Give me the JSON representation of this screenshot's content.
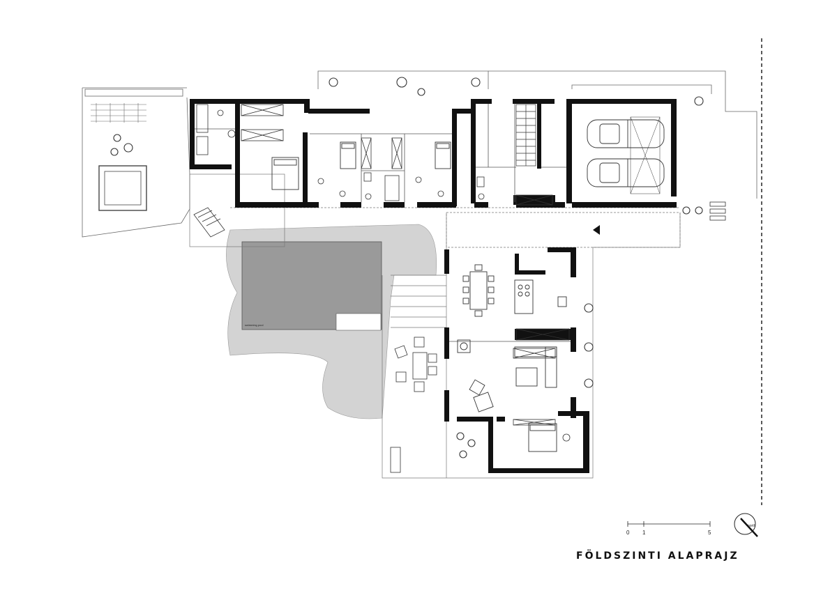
{
  "drawing": {
    "title": "FÖLDSZINTI ALAPRAJZ",
    "scale_labels": [
      "0",
      "1",
      "5"
    ],
    "pool_label": "swimming pool",
    "north_label": "north"
  },
  "colors": {
    "wall": "#111111",
    "line": "#555555",
    "terrace": "#d3d3d3",
    "pool": "#9a9a9a",
    "background": "#ffffff"
  }
}
